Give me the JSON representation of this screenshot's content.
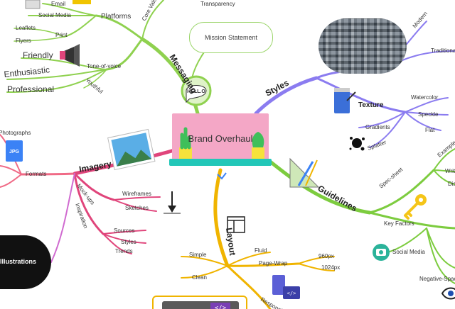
{
  "central": {
    "title": "Brand Overhaul"
  },
  "messaging": {
    "label": "Messaging",
    "items": {
      "core_values": "Core Values",
      "transparency": "Transparency",
      "platforms": "Platforms",
      "email": "Email",
      "social_media": "Social Media",
      "print": "Print",
      "leaflets": "Leaflets",
      "flyers": "Flyers",
      "tone_of_voice": "Tone-of-voice",
      "friendly": "Friendly",
      "enthusiastic": "Enthusiastic",
      "professional": "Professional",
      "youthful": "Youthful",
      "mission_statement": "Mission Statement",
      "hello_bubble": "HELL.O"
    }
  },
  "styles": {
    "label": "Styles",
    "items": {
      "modern": "Modern",
      "traditional": "Traditional",
      "texture": "Texture",
      "watercolor": "Watercolor",
      "speckle": "Speckle",
      "flat": "Flat",
      "gradients": "Gradients",
      "splatter": "Splatter"
    }
  },
  "guidelines": {
    "label": "Guidelines",
    "items": {
      "spec_sheet": "Spec-sheet",
      "example": "Example",
      "writing": "Writing",
      "display": "Display",
      "key_factors": "Key Factors",
      "social_media": "Social Media",
      "negative_space": "Negative-Space"
    }
  },
  "layout": {
    "label": "Layout",
    "items": {
      "simple": "Simple",
      "clean": "Clean",
      "fluid": "Fluid",
      "page_wrap": "Page-Wrap",
      "w960": "960px",
      "w1024": "1024px",
      "responsive": "Responsive",
      "code_glyph": "</>"
    }
  },
  "imagery": {
    "label": "Imagery",
    "items": {
      "photographs": "Photographs",
      "jpg_badge": "JPG",
      "formats": "Formats",
      "mock_ups": "Mock-ups",
      "wireframes": "Wireframes",
      "sketches": "Sketches",
      "inspiration": "Inspiration",
      "sources": "Sources",
      "styles": "Styles",
      "trends": "Trends",
      "illustrations": "Illustrations"
    }
  },
  "colors": {
    "messaging": "#8fd14f",
    "styles": "#8b7cf0",
    "guidelines": "#7dcc3f",
    "layout": "#f0b400",
    "imagery": "#e0457b",
    "formats": "#f06a86",
    "central_bg": "#f4a7c6",
    "central_base": "#22c7b8"
  }
}
